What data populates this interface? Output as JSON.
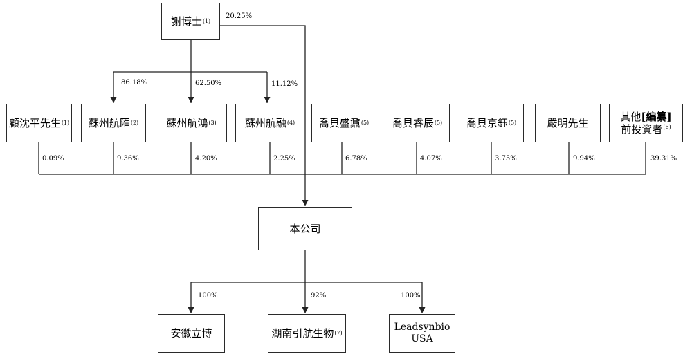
{
  "boxes": {
    "dr_xie": {
      "label": "謝博士",
      "note": "(1)"
    },
    "gu": {
      "label": "顧沈平先生",
      "note": "(1)"
    },
    "hanghui": {
      "label": "蘇州航匯",
      "note": "(2)"
    },
    "hanghong": {
      "label": "蘇州航鴻",
      "note": "(3)"
    },
    "hangrong": {
      "label": "蘇州航融",
      "note": "(4)"
    },
    "qiaobei_shengding": {
      "label": "喬貝盛鼐",
      "note": "(5)"
    },
    "qiaobei_rongchen": {
      "label": "喬貝睿辰",
      "note": "(5)"
    },
    "qiaobei_jingyu": {
      "label": "喬貝京鈺",
      "note": "(5)"
    },
    "yan": {
      "label": "嚴明先生",
      "note": ""
    },
    "others": {
      "line1": "其他",
      "redacted": "[編纂]",
      "line2": "前投資者",
      "note": "(6)"
    },
    "company": {
      "label": "本公司",
      "note": ""
    },
    "anhui": {
      "label": "安徽立博",
      "note": ""
    },
    "hunan": {
      "label": "湖南引航生物",
      "note": "(7)"
    },
    "usa": {
      "line1": "Leadsynbio",
      "line2": "USA"
    }
  },
  "percentages": {
    "xie_to_company": "20.25%",
    "xie_to_hanghui": "86.18%",
    "xie_to_hanghong": "62.50%",
    "xie_to_hangrong": "11.12%",
    "gu": "0.09%",
    "hanghui": "9.36%",
    "hanghong": "4.20%",
    "hangrong": "2.25%",
    "qiaobei_shengding": "6.78%",
    "qiaobei_rongchen": "4.07%",
    "qiaobei_jingyu": "3.75%",
    "yan": "9.94%",
    "others": "39.31%",
    "anhui": "100%",
    "hunan": "92%",
    "usa": "100%"
  }
}
